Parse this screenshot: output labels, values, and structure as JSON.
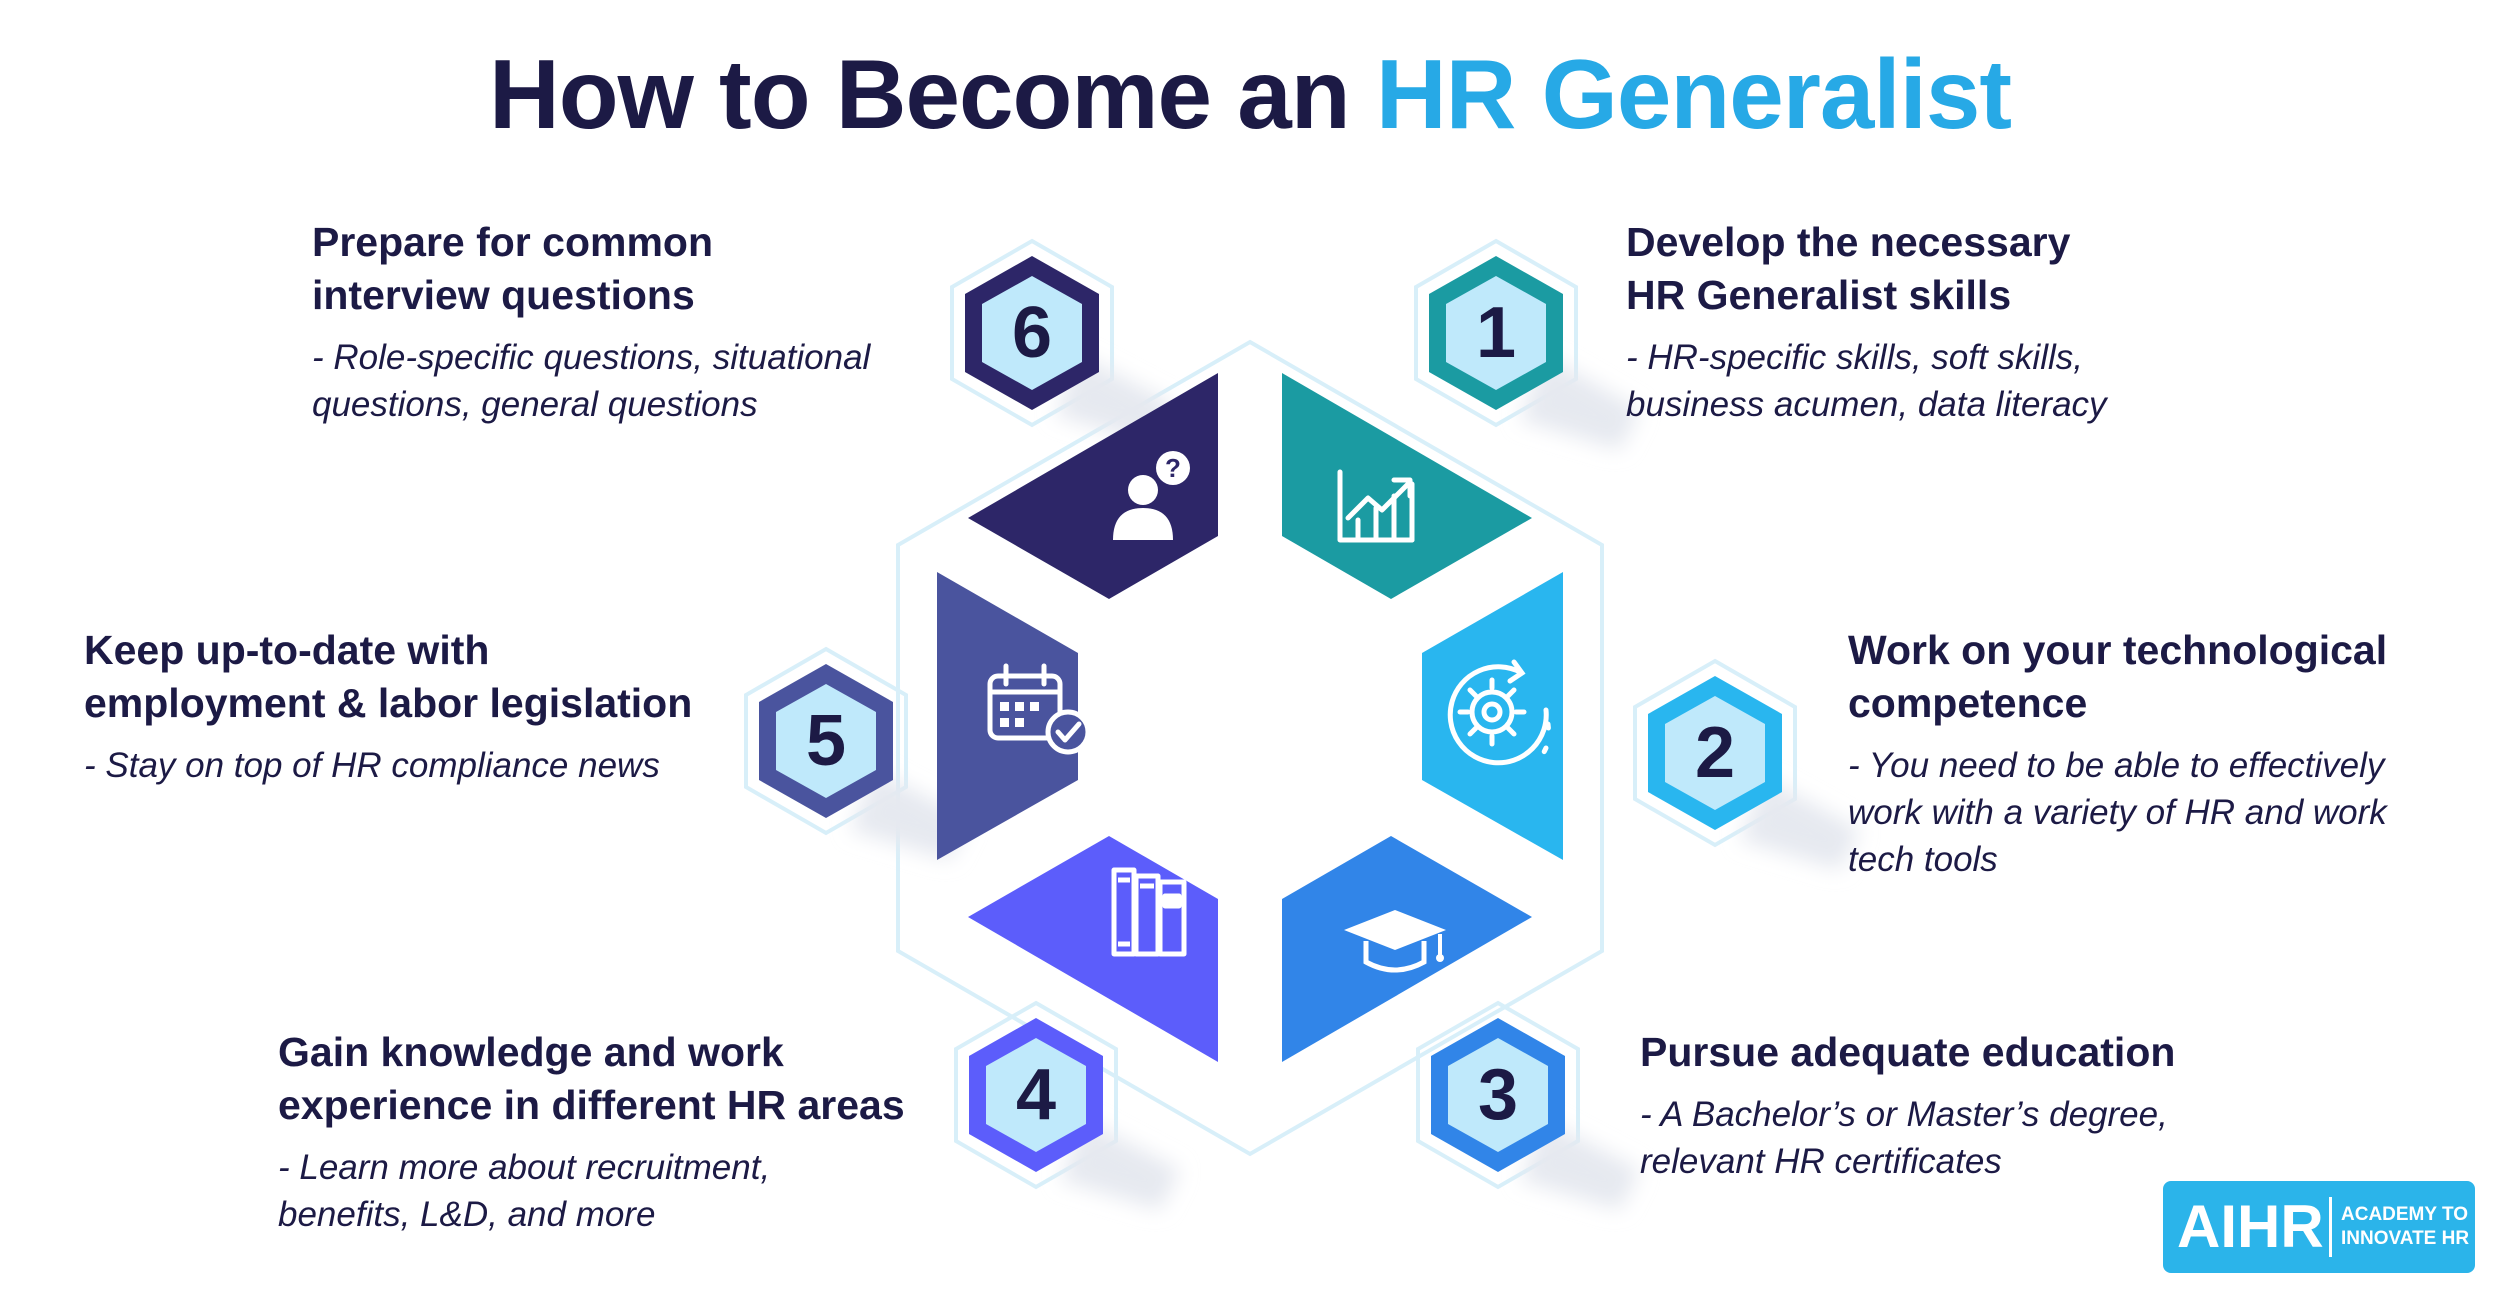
{
  "title": {
    "main": "How to Become an",
    "accent": "HR Generalist"
  },
  "colors": {
    "navy": "#1c1a45",
    "title_accent": "#27a9e6",
    "step1": "#1b9ba2",
    "step2": "#29b6ef",
    "step3": "#3185e8",
    "step4": "#5c5dfb",
    "step5": "#4a549e",
    "step6": "#2d2668",
    "badge_fill": "#bfe9fb"
  },
  "steps": [
    {
      "number": "1",
      "icon": "growth-chart-icon",
      "heading": [
        "Develop the necessary",
        "HR Generalist skills"
      ],
      "desc": [
        "- HR-specific skills, soft skills,",
        "business acumen, data literacy"
      ]
    },
    {
      "number": "2",
      "icon": "gear-cycle-icon",
      "heading": [
        "Work on your technological",
        "competence"
      ],
      "desc": [
        " - You need to be able to effectively",
        "work with a variety of HR and work",
        "tech tools"
      ]
    },
    {
      "number": "3",
      "icon": "graduation-cap-icon",
      "heading": [
        "Pursue adequate education"
      ],
      "desc": [
        "- A Bachelor’s or Master’s degree,",
        "relevant HR certificates"
      ]
    },
    {
      "number": "4",
      "icon": "books-icon",
      "heading": [
        "Gain knowledge and work",
        "experience in different HR areas"
      ],
      "desc": [
        " - Learn more about recruitment,",
        "benefits, L&D, and more"
      ]
    },
    {
      "number": "5",
      "icon": "calendar-check-icon",
      "heading": [
        "Keep up-to-date with",
        "employment & labor legislation"
      ],
      "desc": [
        "- Stay on top of HR compliance news"
      ]
    },
    {
      "number": "6",
      "icon": "person-question-icon",
      "heading": [
        "Prepare for common",
        "interview questions"
      ],
      "desc": [
        "- Role-specific questions, situational",
        "questions, general questions"
      ]
    }
  ],
  "logo": {
    "short": "AIHR",
    "line1": "ACADEMY TO",
    "line2": "INNOVATE HR"
  }
}
